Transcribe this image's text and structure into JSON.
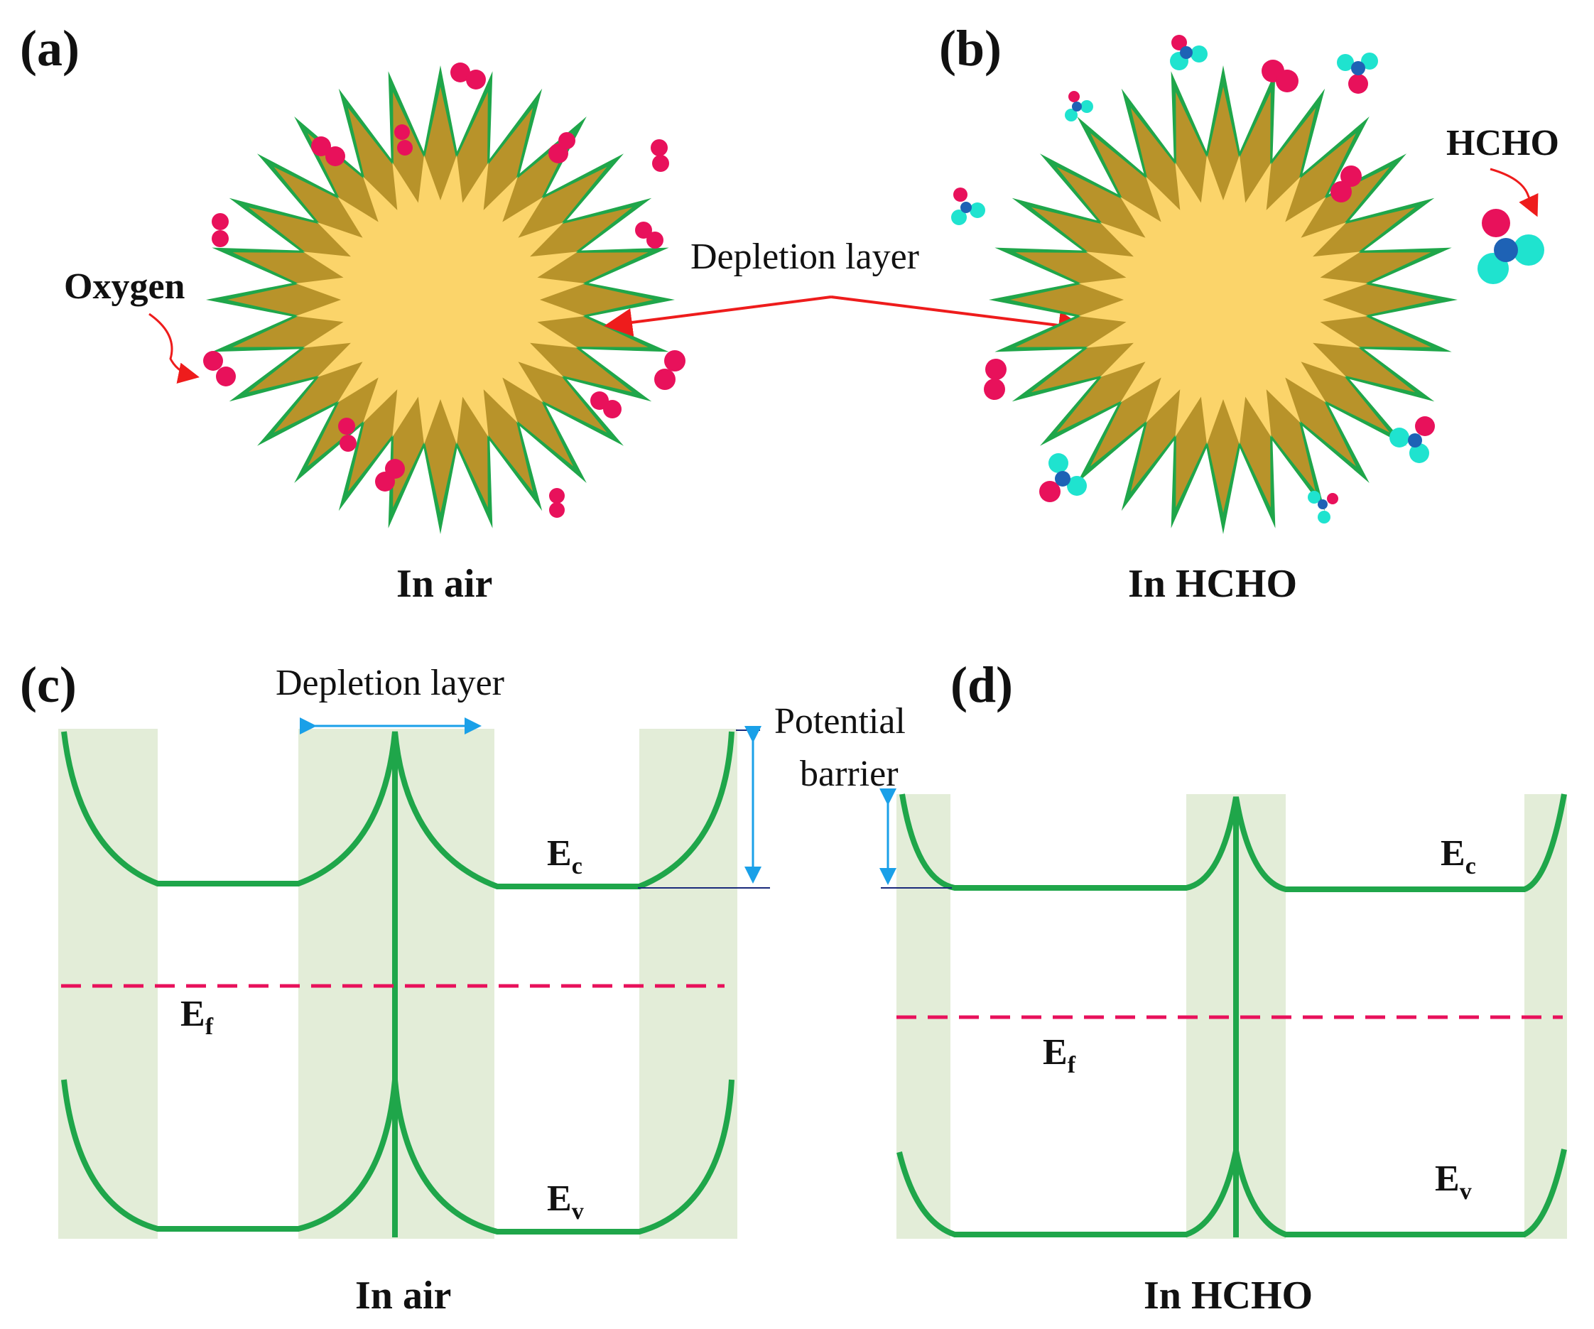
{
  "panels": {
    "a": "(a)",
    "b": "(b)",
    "c": "(c)",
    "d": "(d)"
  },
  "labels": {
    "oxygen": "Oxygen",
    "hcho": "HCHO",
    "depletion_top": "Depletion layer",
    "depletion_bottom": "Depletion layer",
    "potential_line1": "Potential",
    "potential_line2": "barrier",
    "ec_main": "E",
    "ec_sub": "c",
    "ef_main": "E",
    "ef_sub": "f",
    "ev_main": "E",
    "ev_sub": "v"
  },
  "captions": {
    "a": "In air",
    "b": "In HCHO",
    "c": "In air",
    "d": "In HCHO"
  },
  "colors": {
    "spike_outer": "#1fa64a",
    "spike_mid": "#b8932a",
    "core": "#fbd46a",
    "oxygen_atom": "#e8115b",
    "carbon_atom": "#1e62b5",
    "hydrogen_atom": "#1fe3cf",
    "arrow": "#ee1c1c",
    "band": "#1fa64a",
    "shade": "#e3edd8",
    "fermi": "#e8115b",
    "dim_arrow": "#1aa0e8",
    "baseline": "#1a2a7a"
  }
}
